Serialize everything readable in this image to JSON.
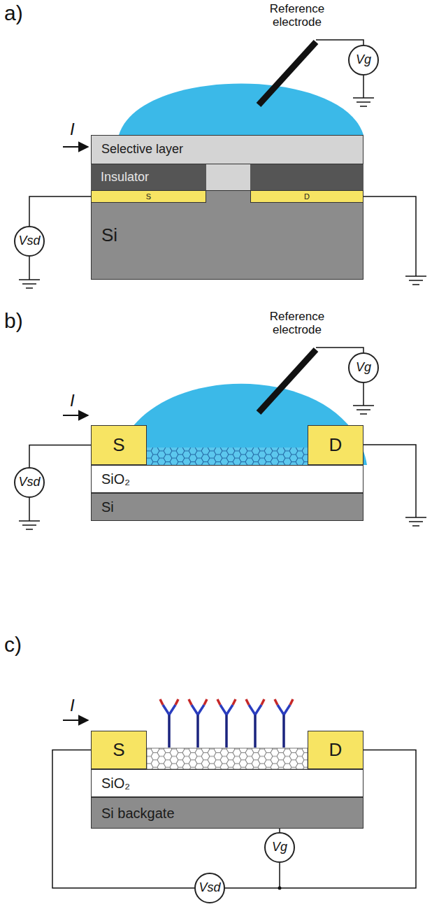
{
  "diagram": {
    "nodes": [
      {
        "text": [
          "Selective layer"
        ]
      },
      {
        "text": [
          "Insulator"
        ]
      },
      {
        "text": [
          "S"
        ]
      },
      {
        "text": [
          "D"
        ]
      },
      {
        "text": [
          "Si"
        ]
      },
      {
        "text": [
          "Vg"
        ]
      },
      {
        "text": [
          "Vsd"
        ]
      },
      {
        "text": [
          "S"
        ]
      },
      {
        "text": [
          "D"
        ]
      },
      {
        "text": [
          "SiO₂"
        ]
      },
      {
        "text": [
          "Si"
        ]
      },
      {
        "text": [
          "Vg"
        ]
      },
      {
        "text": [
          "Vsd"
        ]
      },
      {
        "text": [
          "S"
        ]
      },
      {
        "text": [
          "D"
        ]
      },
      {
        "text": [
          "SiO₂"
        ]
      },
      {
        "text": [
          "Si backgate"
        ]
      },
      {
        "text": [
          "Vg"
        ]
      },
      {
        "text": [
          "Vsd"
        ]
      }
    ],
    "edges": [
      {
        "from": 6,
        "to": 2,
        "arrow": "none"
      },
      {
        "from": 12,
        "to": 7,
        "arrow": "none"
      },
      {
        "from": 18,
        "to": 13,
        "arrow": "none"
      },
      {
        "from": 18,
        "to": 14,
        "arrow": "none"
      },
      {
        "from": 17,
        "to": 16,
        "arrow": "none"
      }
    ],
    "labels": [
      "a)",
      "Reference electrode",
      "I",
      "b)",
      "Reference electrode",
      "I",
      "c)",
      "I"
    ]
  }
}
